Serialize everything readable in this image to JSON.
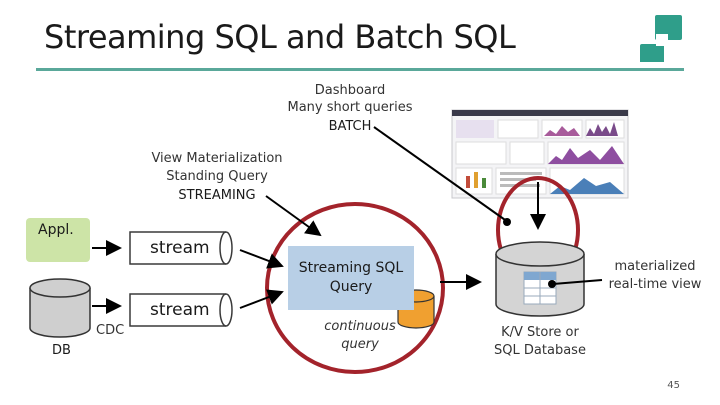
{
  "slide": {
    "title": "Streaming SQL and Batch SQL",
    "page_number": "45"
  },
  "labels": {
    "dashboard": "Dashboard",
    "many_short_queries": "Many short queries",
    "batch": "BATCH",
    "view_materialization": "View Materialization",
    "standing_query": "Standing Query",
    "streaming": "STREAMING",
    "appl": "Appl.",
    "stream_top": "stream",
    "stream_bottom": "stream",
    "cdc": "CDC",
    "db": "DB",
    "streaming_sql_line1": "Streaming SQL",
    "streaming_sql_line2": "Query",
    "continuous": "continuous",
    "query": "query",
    "materialized": "materialized",
    "real_time_view": "real-time view",
    "kv_store": "K/V Store or",
    "sql_database": "SQL Database"
  },
  "colors": {
    "title_rule": "#5aa89a",
    "logo": "#2f9e8a",
    "appl_fill": "#cde4a7",
    "sql_fill": "#b8cfe6",
    "circle_red": "#a3232b",
    "db_orange": "#f0a030"
  }
}
